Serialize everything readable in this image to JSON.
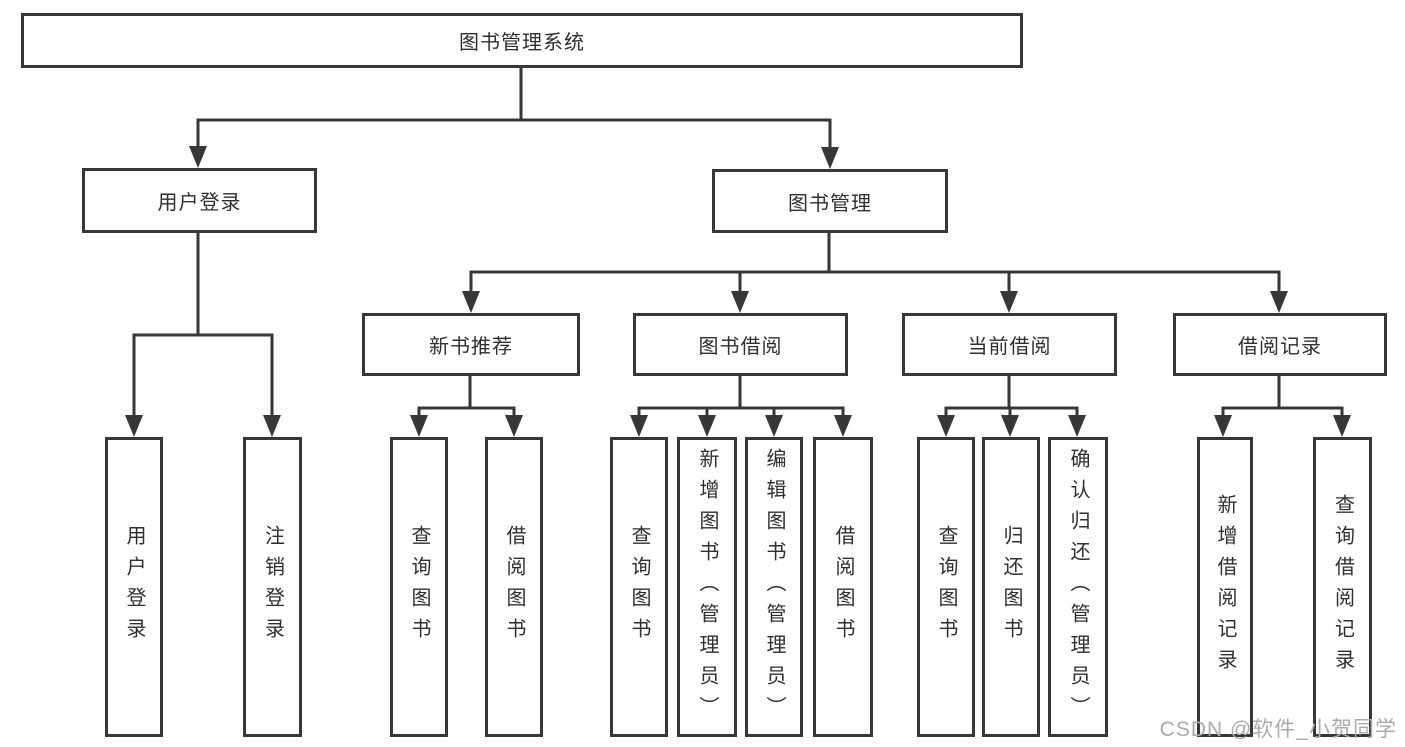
{
  "colors": {
    "line": "#373737",
    "text": "#2f2f2f",
    "watermark": "#ababab",
    "bg": "#ffffff"
  },
  "watermark": {
    "text": "CSDN @软件_小贺同学"
  },
  "tree": {
    "label": "图书管理系统",
    "children": [
      {
        "label": "用户登录",
        "children": [
          {
            "label": "用户登录"
          },
          {
            "label": "注销登录"
          }
        ]
      },
      {
        "label": "图书管理",
        "children": [
          {
            "label": "新书推荐",
            "children": [
              {
                "label": "查询图书"
              },
              {
                "label": "借阅图书"
              }
            ]
          },
          {
            "label": "图书借阅",
            "children": [
              {
                "label": "查询图书"
              },
              {
                "label": "新增图书（管理员）"
              },
              {
                "label": "编辑图书（管理员）"
              },
              {
                "label": "借阅图书"
              }
            ]
          },
          {
            "label": "当前借阅",
            "children": [
              {
                "label": "查询图书"
              },
              {
                "label": "归还图书"
              },
              {
                "label": "确认归还（管理员）"
              }
            ]
          },
          {
            "label": "借阅记录",
            "children": [
              {
                "label": "新增借阅记录"
              },
              {
                "label": "查询借阅记录"
              }
            ]
          }
        ]
      }
    ]
  }
}
